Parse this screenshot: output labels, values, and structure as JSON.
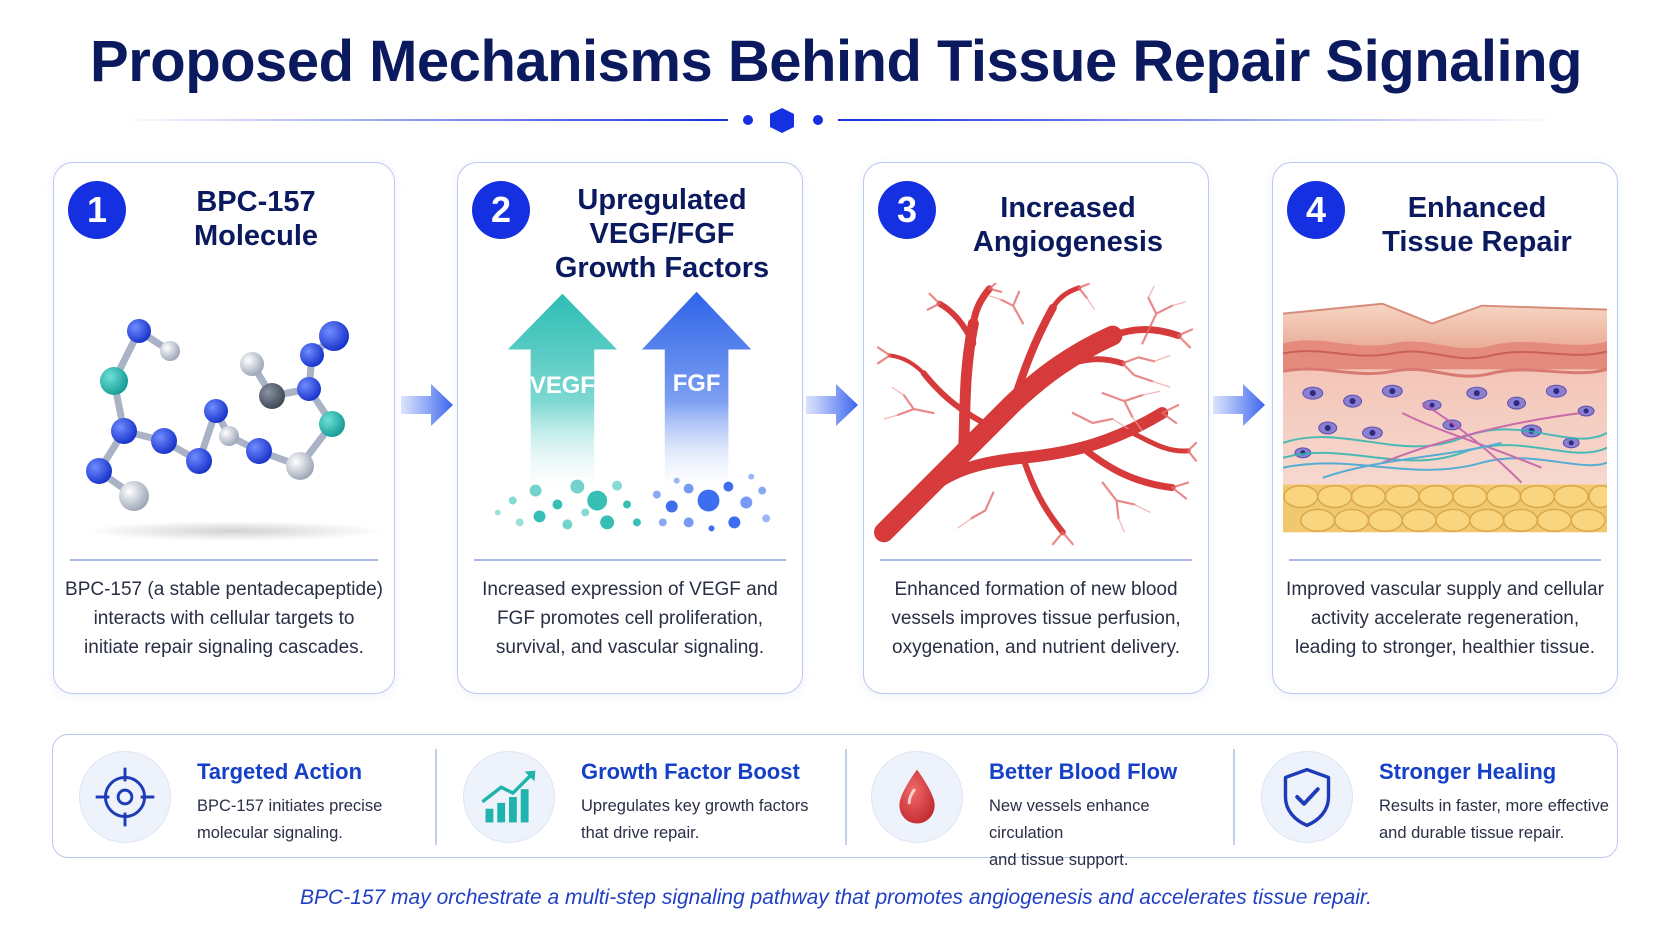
{
  "title": "Proposed Mechanisms Behind Tissue Repair Signaling",
  "steps": [
    {
      "number": "1",
      "title": "BPC-157\nMolecule",
      "description": "BPC-157 (a stable pentadecapeptide)\ninteracts with cellular targets to\ninitiate repair signaling cascades."
    },
    {
      "number": "2",
      "title": "Upregulated\nVEGF/FGF\nGrowth Factors",
      "description": "Increased expression of VEGF and\nFGF promotes cell proliferation,\nsurvival, and vascular signaling.",
      "arrow_labels": [
        "VEGF",
        "FGF"
      ]
    },
    {
      "number": "3",
      "title": "Increased\nAngiogenesis",
      "description": "Enhanced formation of new blood\nvessels improves tissue perfusion,\noxygenation, and nutrient delivery."
    },
    {
      "number": "4",
      "title": "Enhanced\nTissue Repair",
      "description": "Improved vascular supply and cellular\nactivity accelerate regeneration,\nleading to stronger, healthier tissue."
    }
  ],
  "benefits": [
    {
      "icon": "target-icon",
      "title": "Targeted Action",
      "description": "BPC-157 initiates precise\nmolecular signaling."
    },
    {
      "icon": "growth-chart-icon",
      "title": "Growth Factor Boost",
      "description": "Upregulates key growth factors\nthat drive repair."
    },
    {
      "icon": "blood-drop-icon",
      "title": "Better Blood Flow",
      "description": "New vessels enhance circulation\nand tissue support."
    },
    {
      "icon": "shield-check-icon",
      "title": "Stronger Healing",
      "description": "Results in faster, more effective\nand durable tissue repair."
    }
  ],
  "footer": "BPC-157 may orchestrate a multi-step signaling pathway that promotes angiogenesis and accelerates tissue repair.",
  "colors": {
    "primary": "#1530e0",
    "title": "#0b1a5e",
    "accent_blue": "#1540c8",
    "teal": "#1fb3ad",
    "vessel_red": "#d63a3a",
    "card_border": "#b9c8ee"
  }
}
